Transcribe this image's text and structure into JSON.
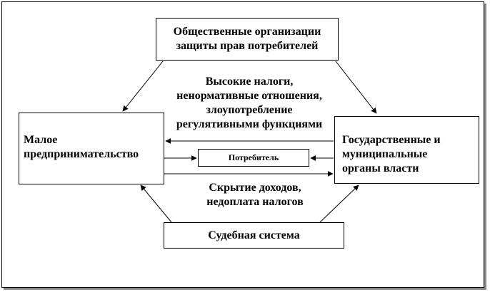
{
  "diagram": {
    "top_box": {
      "lines": [
        "Общественные организации",
        "защиты прав потребителей"
      ]
    },
    "left_box": {
      "lines": [
        "Малое",
        "предпринимательство"
      ]
    },
    "right_box": {
      "lines": [
        "Государственные и",
        "муниципальные",
        "органы власти"
      ]
    },
    "consumer_box": {
      "label": "Потребитель"
    },
    "bottom_box": {
      "label": "Судебная система"
    },
    "upper_label": {
      "lines": [
        "Высокие налоги,",
        "ненормативные отношения,",
        "злоупотребление",
        "регулятивными функциями"
      ]
    },
    "lower_label": {
      "lines": [
        "Скрытие доходов,",
        "недоплата налогов"
      ]
    }
  }
}
